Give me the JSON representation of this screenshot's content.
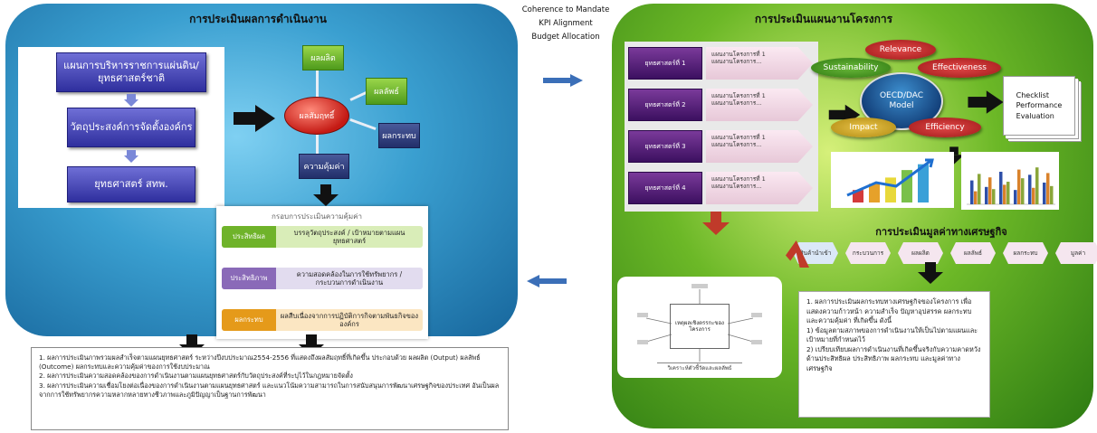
{
  "left": {
    "title": "การประเมินผลการดำเนินงาน",
    "flow_boxes": [
      "แผนการบริหารราชการแผ่นดิน/ยุทธศาสตร์ชาติ",
      "วัตถุประสงค์การจัดตั้งองค์กร",
      "ยุทธศาสตร์ สทพ."
    ],
    "center_oval": "ผลสัมฤทธิ์",
    "outputs": [
      "ผลผลิต",
      "ผลลัพธ์",
      "ผลกระทบ",
      "ความคุ้มค่า"
    ],
    "eval_box": {
      "heading": "กรอบการประเมินความคุ้มค่า",
      "rows": [
        {
          "tag": "ประสิทธิผล",
          "text": "บรรลุวัตถุประสงค์ / เป้าหมายตามแผนยุทธศาสตร์",
          "color": "#6fb32a"
        },
        {
          "tag": "ประสิทธิภาพ",
          "text": "ความสอดคล้องในการใช้ทรัพยากร / กระบวนการดำเนินงาน",
          "color": "#8a6ab8"
        },
        {
          "tag": "ผลกระทบ",
          "text": "ผลสืบเนื่องจากการปฏิบัติการกิจตามพันธกิจขององค์กร",
          "color": "#e59a1a"
        }
      ]
    },
    "bottom_text": [
      "1. ผลการประเมินภาพรวมผลสำเร็จตามแผนยุทธศาสตร์ ระหว่างปีงบประมาณ2554-2556 ที่แสดงถึงผลสัมฤทธิ์ที่เกิดขึ้น ประกอบด้วย ผลผลิต (Output) ผลลัพธ์ (Outcome) ผลกระทบและความคุ้มค่าของการใช้งบประมาณ",
      "2. ผลการประเมินความสอดคล้องของการดำเนินงานตามแผนยุทธศาสตร์กับวัตถุประสงค์ที่ระบุไว้ในกฎหมายจัดตั้ง",
      "3. ผลการประเมินความเชื่อมโยงต่อเนื่องของการดำเนินงานตามแผนยุทธศาสตร์ และแนวโน้มความสามารถในการสนับสนุนการพัฒนาเศรษฐกิจของประเทศ อันเป็นผลจากการใช้ทรัพยากรความหลากหลายทางชีวภาพและภูมิปัญญาเป็นฐานการพัฒนา"
    ]
  },
  "middle": {
    "lines": [
      "Coherence to Mandate",
      "KPI Alignment",
      "Budget Allocation"
    ]
  },
  "right": {
    "title": "การประเมินแผนงานโครงการ",
    "strategies": [
      {
        "label": "ยุทธศาสตร์ที่ 1",
        "projects": [
          "แผนงานโครงการที่ 1",
          "แผนงานโครงการ..."
        ]
      },
      {
        "label": "ยุทธศาสตร์ที่ 2",
        "projects": [
          "แผนงานโครงการที่ 1",
          "แผนงานโครงการ..."
        ]
      },
      {
        "label": "ยุทธศาสตร์ที่ 3",
        "projects": [
          "แผนงานโครงการที่ 1",
          "แผนงานโครงการ..."
        ]
      },
      {
        "label": "ยุทธศาสตร์ที่ 4",
        "projects": [
          "แผนงานโครงการที่ 1",
          "แผนงานโครงการ..."
        ]
      }
    ],
    "oecd": {
      "center_1": "OECD/DAC",
      "center_2": "Model",
      "relevance": "Relevance",
      "sustainability": "Sustainability",
      "effectiveness": "Effectiveness",
      "impact": "Impact",
      "efficiency": "Efficiency"
    },
    "checklist": [
      "Checklist",
      "Performance",
      "Evaluation"
    ],
    "econ_title": "การประเมินมูลค่าทางเศรษฐกิจ",
    "hex_steps": [
      "สินค้านำเข้า",
      "กระบวนการ",
      "ผลผลิต",
      "ผลลัพธ์",
      "ผลกระทบ",
      "มูลค่า"
    ],
    "logic_center": "เหตุผลเชิงตรรกะของโครงการ",
    "logic_bottom": "วิเคราะห์ตัวชี้วัดและผลลัพธ์",
    "econ_text": [
      "1. ผลการประเมินผลกระทบทางเศรษฐกิจของโครงการ เพื่อแสดงความก้าวหน้า ความสำเร็จ ปัญหาอุปสรรค ผลกระทบและความคุ้มค่า ที่เกิดขึ้น ดังนี้",
      "1) ข้อมูลตามสภาพของการดำเนินงานให้เป็นไปตามแผนและเป้าหมายที่กำหนดไว้",
      "2) เปรียบเทียบผลการดำเนินงานที่เกิดขึ้นจริงกับความคาดหวังด้านประสิทธิผล ประสิทธิภาพ ผลกระทบ และมูลค่าทางเศรษฐกิจ"
    ]
  },
  "charts": {
    "bar_growth": [
      0.3,
      0.45,
      0.6,
      0.78,
      0.92
    ],
    "bar_growth_colors": [
      "#d43a3a",
      "#e6a12a",
      "#e8d83a",
      "#7ac04a",
      "#3aa0d8"
    ],
    "multi_bar": [
      [
        0.55,
        0.3,
        0.7
      ],
      [
        0.4,
        0.62,
        0.35
      ],
      [
        0.75,
        0.45,
        0.52
      ],
      [
        0.33,
        0.8,
        0.6
      ],
      [
        0.68,
        0.38,
        0.85
      ],
      [
        0.5,
        0.72,
        0.42
      ]
    ],
    "multi_bar_colors": [
      "#2e4fa8",
      "#d9822b",
      "#8aa63a"
    ]
  }
}
